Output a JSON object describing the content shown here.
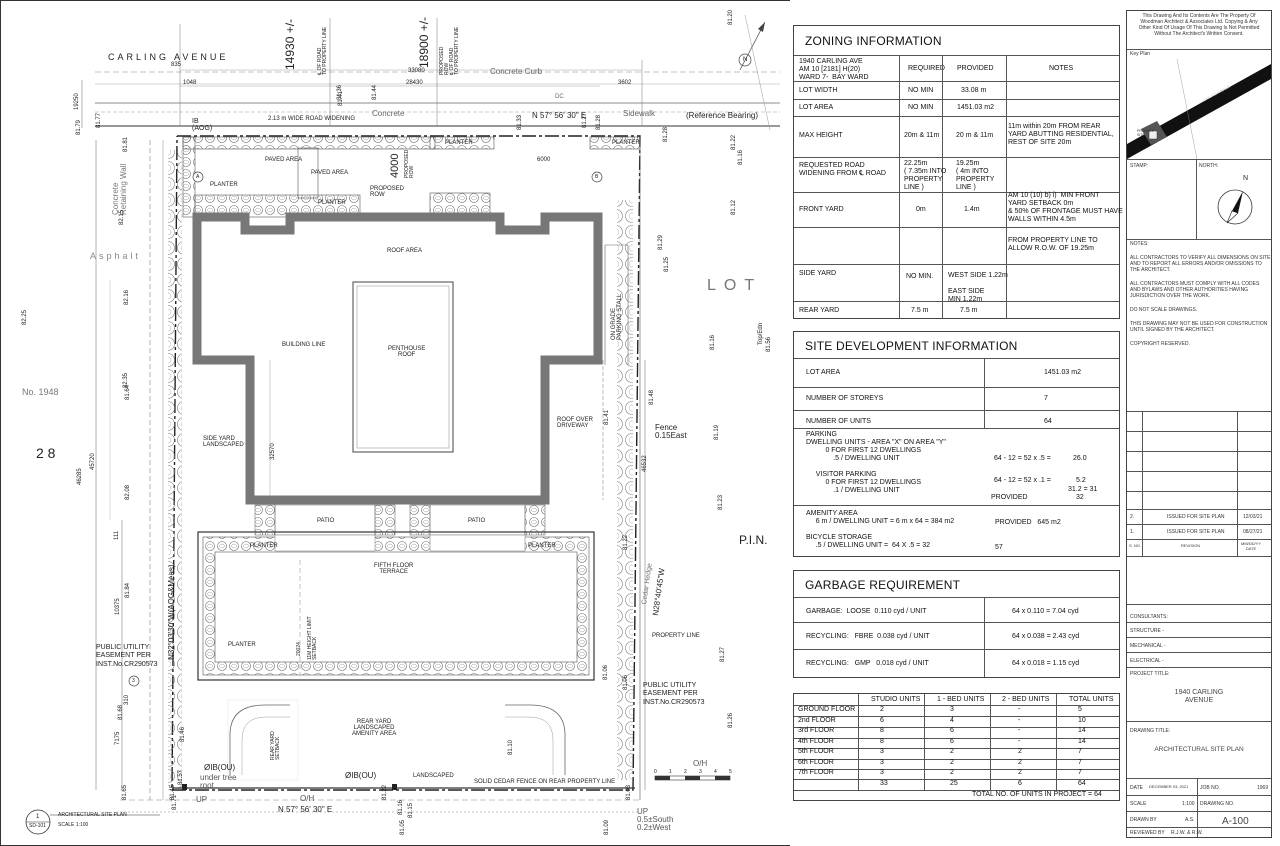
{
  "site_plan": {
    "street_name": "CARLING AVENUE",
    "dim_14930": "14930 +/-",
    "dim_14930_note": "℄ OF ROAD\nTO PROPERTY LINE",
    "dim_18900": "18900 +/-",
    "dim_18900_note": "PROPOSED\nROW\n℄ OF ROAD\nTO PROPERTY LINE",
    "dim_33080": "33080",
    "dim_28430": "28430",
    "dim_3602": "3602",
    "dim_1048": "1048",
    "dim_835": "835",
    "dim_19250": "19250",
    "dim_6000": "6000",
    "dim_4000": "4000",
    "dim_46285": "46285",
    "dim_45720": "45720",
    "dim_46532": "46532",
    "dim_32570": "32570",
    "dim_10375": "10375",
    "dim_7175": "7175",
    "dim_310": "310",
    "dim_111": "111",
    "concrete_curb": "Concrete Curb",
    "concrete": "Concrete",
    "sidewalk": "Sidewalk",
    "dc": "DC",
    "road_widening": "2.13 m  WIDE  ROAD WIDENING",
    "bearing_top": "N 57° 56' 30\" E",
    "reference_bearing": "(Reference Bearing)",
    "ib_aog": "IB\n(AOG)",
    "retaining_wall": "Concrete\nRetaining Wall",
    "asphalt": "Asphalt",
    "lot": "LOT",
    "no_1948": "No. 1948",
    "num_28": "2 8",
    "pin": "P.I.N.",
    "paved_area_1": "PAVED AREA",
    "paved_area_2": "PAVED AREA",
    "planter": "PLANTER",
    "proposed_row": "PROPOSED\nROW",
    "proposed_row_v": "PROPOSED\nROW",
    "roof_area": "ROOF AREA",
    "penthouse_roof": "PENTHOUSE\nROOF",
    "building_line": "BUILDING LINE",
    "on_grade_parking": "ON GRADE\nPARKING STALL",
    "roof_over_driveway": "ROOF OVER\nDRIVEWAY",
    "fence": "Fence\n0.15East",
    "side_yard": "SIDE YARD\nLANDSCAPED",
    "patio": "PATIO",
    "fifth_floor_terrace": "FIFTH FLOOR\nTERRACE",
    "height_limit": "11M HEIGHT LIMIT\nSETBACK",
    "dim_20024": "20024",
    "bearing_left": "N32°03'30\"W(AOG&Meas)",
    "bearing_right": "N28°40'45\"W",
    "cedar_hedge": "Cedar Hedge",
    "property_line": "PROPERTY LINE",
    "easement_left": "PUBLIC UTILITY\nEASEMENT PER\nINST.No.CR290573",
    "easement_right": "PUBLIC UTILITY\nEASEMENT PER\nINST.No.CR290573",
    "rear_yard": "REAR YARD\nLANDSCAPED\nAMENITY AREA",
    "rear_yard_setback": "REAR YARD\nSETBACK",
    "landscaped": "LANDSCAPED",
    "solid_fence": "SOLID CEDAR FENCE ON REAR PROPERTY LINE",
    "ib_ou_1": "ØIB(OU)",
    "ib_ou_2": "ØIB(OU)",
    "under_tree": "under tree\nroot",
    "up": "UP",
    "oh": "O/H",
    "bearing_bottom": "N 57° 56' 30\" E",
    "up_south": "UP\n0.5±South\n0.2±West",
    "topo": "Top/Edn",
    "elev": [
      "81.20",
      "81.79",
      "81.77",
      "81.81",
      "82.15",
      "82.16",
      "82.08",
      "81.84",
      "81.68",
      "81.46",
      "81.57",
      "81.45",
      "81.71",
      "81.22",
      "81.16",
      "81.15",
      "81.05",
      "81.09",
      "81.06",
      "81.03",
      "81.10",
      "81.26",
      "81.27",
      "81.23",
      "81.19",
      "81.12",
      "81.22",
      "81.16",
      "81.28",
      "81.33",
      "81.36",
      "81.41",
      "81.44",
      "81.29",
      "81.25",
      "81.48",
      "81.41",
      "81.06",
      "81.28",
      "81.27",
      "81.22",
      "81.56",
      "81.64",
      "81.65",
      "81.16",
      "82.25",
      "82.35"
    ],
    "grid_a": "A",
    "grid_b": "B",
    "grid_3": "3",
    "scale_bar": [
      "0",
      "1",
      "2",
      "3",
      "4",
      "5"
    ],
    "north_letter": "N"
  },
  "drawing_label": {
    "bubble_top": "1",
    "bubble_bottom": "SD-101",
    "title": "ARCHITECTURAL SITE PLAN",
    "scale": "SCALE 1:100"
  },
  "zoning": {
    "title": "ZONING INFORMATION",
    "headers": [
      "REQUIRED",
      "PROVIDED",
      "NOTES"
    ],
    "header_lead": "1940 CARLING AVE\nAM 10 [2181] H(20)\nWARD 7-  BAY WARD",
    "rows": [
      {
        "label": "LOT WIDTH",
        "required": "NO MIN",
        "provided": "33.08 m",
        "notes": ""
      },
      {
        "label": "LOT AREA",
        "required": "NO MIN",
        "provided": "1451.03 m2",
        "notes": ""
      },
      {
        "label": "MAX HEIGHT",
        "required": "20m & 11m",
        "provided": "20 m & 11m",
        "notes": "11m within 20m FROM REAR\nYARD ABUTTING RESIDENTIAL,\nREST OF SITE 20m"
      },
      {
        "label": "REQUESTED ROAD\nWIDENING FROM ℄ ROAD",
        "required": "22.25m\n( 7.35m INTO\nPROPERTY\nLINE )",
        "provided": "19.25m\n( 4m INTO\nPROPERTY\nLINE )",
        "notes": ""
      },
      {
        "label": "FRONT YARD",
        "required": "0m",
        "provided": "1.4m",
        "notes": "AM 10 (10) b) i)  MIN FRONT\nYARD SETBACK 0m\n& 50% OF FRONTAGE MUST HAVE\nWALLS WITHIN 4.5m"
      },
      {
        "label": "",
        "required": "",
        "provided": "",
        "notes": "FROM PROPERTY LINE TO\nALLOW R.O.W. OF 19.25m"
      },
      {
        "label": "SIDE YARD",
        "required": "NO MIN.",
        "provided": "WEST SIDE 1.22m\n\nEAST SIDE\nMIN 1.22m",
        "notes": ""
      },
      {
        "label": "REAR YARD",
        "required": "7.5 m",
        "provided": "7.5 m",
        "notes": ""
      }
    ]
  },
  "site_dev": {
    "title": "SITE DEVELOPMENT INFORMATION",
    "lot_area_label": "LOT AREA",
    "lot_area_value": "1451.03 m2",
    "storeys_label": "NUMBER OF STOREYS",
    "storeys_value": "7",
    "units_label": "NUMBER OF UNITS",
    "units_value": "64",
    "parking_label": "PARKING",
    "parking_lines": "DWELLING UNITS - AREA \"X\" ON AREA \"Y\"\n          0 FOR FIRST 12 DWELLINGS\n              .5 / DWELLING UNIT\n\n     VISITOR PARKING\n          0 FOR FIRST 12 DWELLINGS\n              .1 / DWELLING UNIT",
    "parking_calc1": "64 - 12 = 52 x .5 =",
    "parking_val1": "26.0",
    "parking_calc2": "64 - 12 = 52 x .1 =",
    "parking_val2": "5.2",
    "parking_total": "31.2 = 31",
    "parking_provided_label": "PROVIDED",
    "parking_provided": "32",
    "amenity_label": "AMENITY AREA\n     6 m / DWELLING UNIT = 6 m x 64 = 384 m2",
    "amenity_provided": "PROVIDED   645 m2",
    "bicycle_label": "BICYCLE STORAGE\n     .5 / DWELLING UNIT =  64 X .5 = 32",
    "bicycle_value": "57"
  },
  "garbage": {
    "title": "GARBAGE REQUIREMENT",
    "rows": [
      {
        "label": "GARBAGE:  LOOSE  0.110 cyd / UNIT",
        "calc": "64 x 0.110 = 7.04 cyd"
      },
      {
        "label": "RECYCLING:   FBRE  0.038 cyd / UNIT",
        "calc": "64 x 0.038 = 2.43 cyd"
      },
      {
        "label": "RECYCLING:   GMP   0.018 cyd / UNIT",
        "calc": "64 x 0.018 = 1.15 cyd"
      }
    ]
  },
  "units_table": {
    "headers": [
      "",
      "STUDIO UNITS",
      "1 - BED UNITS",
      "2 - BED UNITS",
      "TOTAL UNITS"
    ],
    "rows": [
      [
        "GROUND FLOOR",
        "2",
        "3",
        "-",
        "5"
      ],
      [
        "2nd FLOOR",
        "6",
        "4",
        "-",
        "10"
      ],
      [
        "3rd FLOOR",
        "8",
        "6",
        "-",
        "14"
      ],
      [
        "4th FLOOR",
        "8",
        "6",
        "-",
        "14"
      ],
      [
        "5th FLOOR",
        "3",
        "2",
        "2",
        "7"
      ],
      [
        "6th FLOOR",
        "3",
        "2",
        "2",
        "7"
      ],
      [
        "7th FLOOR",
        "3",
        "2",
        "2",
        "7"
      ],
      [
        "",
        "33",
        "25",
        "6",
        "64"
      ]
    ],
    "total_line": "TOTAL NO. OF UNITS IN PROJECT = 64"
  },
  "title_block": {
    "copyright": "This Drawing And Its Contents Are The Property Of\nWoodman Architect & Associates Ltd. Copying & Any\nOther Kind Of Usage Of This Drawing Is Not Permitted\nWithout The Architect's Written Consent.",
    "key_plan": "Key Plan",
    "key_road": "CARLING AVENUE",
    "key_site": "PROJECT\nSITE",
    "stamp": "STAMP:",
    "north": "NORTH:",
    "north_letter": "N",
    "notes_title": "NOTES:",
    "notes": [
      "ALL CONTRACTORS TO VERIFY ALL DIMENSIONS ON SITE\nAND TO REPORT ALL ERRORS AND/OR OMISSIONS TO\nTHE ARCHITECT.",
      "ALL CONTRACTORS MUST COMPLY WITH ALL CODES\nAND BYLAWS AND OTHER AUTHORITIES HAVING\nJURISDICTION OVER THE WORK.",
      "DO NOT SCALE DRAWINGS.",
      "THIS DRAWING MAY NOT BE USED FOR CONSTRUCTION\nUNTIL SIGNED BY THE ARCHITECT.",
      "COPYRIGHT RESERVED."
    ],
    "revisions": [
      {
        "no": "2.",
        "desc": "ISSUED FOR SITE PLAN",
        "date": "12/03/21"
      },
      {
        "no": "1.",
        "desc": "ISSUED FOR SITE PLAN",
        "date": "08/27/21"
      }
    ],
    "rev_headers": [
      "S. NO.",
      "REVISION",
      "MM/DD/YY\nDATE"
    ],
    "consultants": "CONSULTANTS:",
    "structure": "STRUCTURE -",
    "mechanical": "MECHANICAL -",
    "electrical": "ELECTRICAL -",
    "project_title_label": "PROJECT TITLE:",
    "project_title": "1940 CARLING\nAVENUE",
    "drawing_title_label": "DRAWING TITLE:",
    "drawing_title": "ARCHITECTURAL SITE PLAN",
    "date_label": "DATE",
    "date_value": "DECEMBER 03, 2021",
    "job_no_label": "JOB NO.",
    "job_no": "1969",
    "scale_label": "SCALE",
    "scale_value": "1:100",
    "drawing_no_label": "DRAWING NO.",
    "drawn_by_label": "DRAWN BY",
    "drawn_by": "A.S.",
    "reviewed_by_label": "REVIEWED BY",
    "reviewed_by": "R.J.W. & R.W.",
    "drawing_no": "A-100"
  }
}
